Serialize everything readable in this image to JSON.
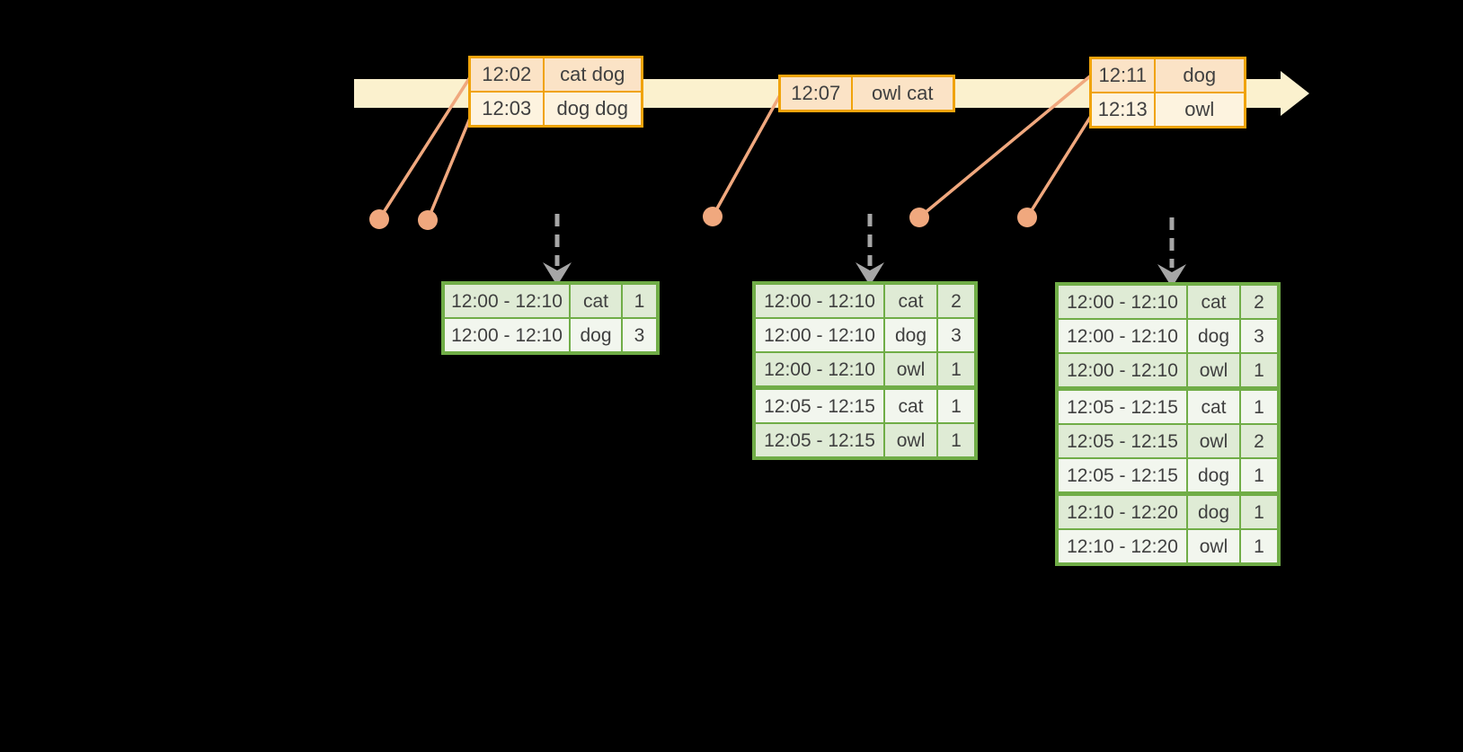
{
  "diagram": {
    "description": "event-time windowed word-count streaming diagram",
    "colors": {
      "background": "#000000",
      "timeline_fill": "#FBF1CE",
      "event_table_border": "#F0A30A",
      "event_row_peach": "#FBE3C6",
      "event_row_cream": "#FDF3DF",
      "result_table_border": "#70AD47",
      "result_row_shaded": "#DFEBD5",
      "result_row_light": "#F2F6EE",
      "connector_salmon": "#F0A87E",
      "dashed_arrow_gray": "#A6A6A6",
      "table_text": "#404040"
    },
    "event_tables": [
      {
        "rows": [
          {
            "time": "12:02",
            "words": "cat dog"
          },
          {
            "time": "12:03",
            "words": "dog dog"
          }
        ]
      },
      {
        "rows": [
          {
            "time": "12:07",
            "words": "owl cat"
          }
        ]
      },
      {
        "rows": [
          {
            "time": "12:11",
            "words": "dog"
          },
          {
            "time": "12:13",
            "words": "owl"
          }
        ]
      }
    ],
    "result_tables": [
      {
        "rows": [
          {
            "window": "12:00 - 12:10",
            "word": "cat",
            "count": "1"
          },
          {
            "window": "12:00 - 12:10",
            "word": "dog",
            "count": "3"
          }
        ]
      },
      {
        "rows": [
          {
            "window": "12:00 - 12:10",
            "word": "cat",
            "count": "2"
          },
          {
            "window": "12:00 - 12:10",
            "word": "dog",
            "count": "3"
          },
          {
            "window": "12:00 - 12:10",
            "word": "owl",
            "count": "1"
          },
          {
            "window": "12:05 - 12:15",
            "word": "cat",
            "count": "1"
          },
          {
            "window": "12:05 - 12:15",
            "word": "owl",
            "count": "1"
          }
        ]
      },
      {
        "rows": [
          {
            "window": "12:00 - 12:10",
            "word": "cat",
            "count": "2"
          },
          {
            "window": "12:00 - 12:10",
            "word": "dog",
            "count": "3"
          },
          {
            "window": "12:00 - 12:10",
            "word": "owl",
            "count": "1"
          },
          {
            "window": "12:05 - 12:15",
            "word": "cat",
            "count": "1"
          },
          {
            "window": "12:05 - 12:15",
            "word": "owl",
            "count": "2"
          },
          {
            "window": "12:05 - 12:15",
            "word": "dog",
            "count": "1"
          },
          {
            "window": "12:10 - 12:20",
            "word": "dog",
            "count": "1"
          },
          {
            "window": "12:10 - 12:20",
            "word": "owl",
            "count": "1"
          }
        ]
      }
    ]
  }
}
